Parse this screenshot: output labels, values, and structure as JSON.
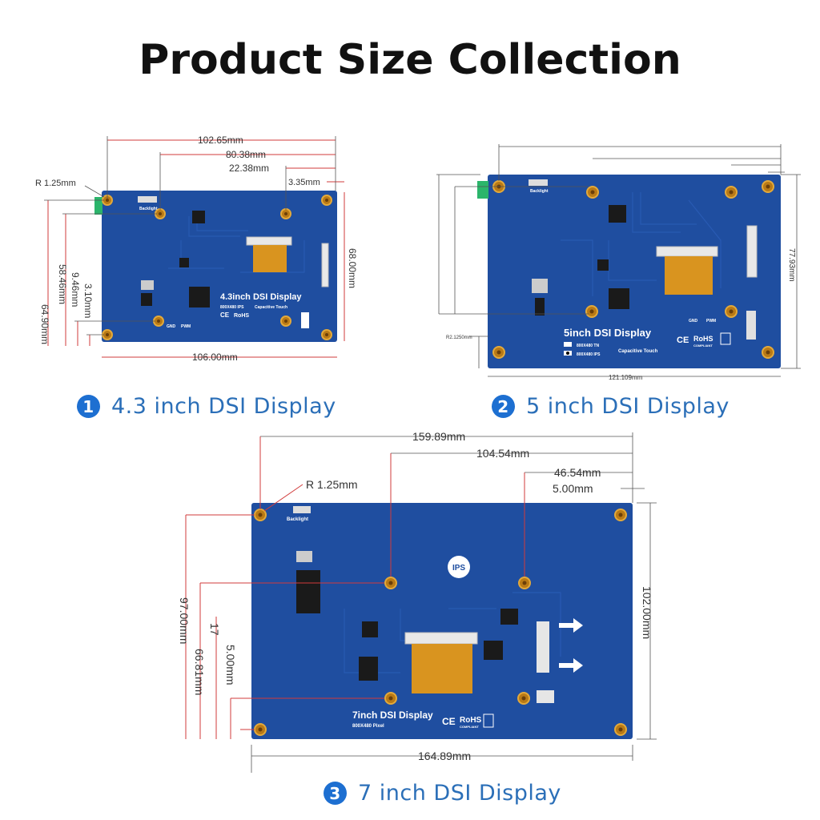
{
  "title": "Product Size Collection",
  "boards": [
    {
      "caption_num": "1",
      "caption": "4.3 inch DSI Display",
      "silk_title": "4.3inch DSI Display",
      "silk_sub1": "800X480 IPS",
      "silk_sub2": "Capacitive Touch",
      "dims": {
        "top_overall": "102.65mm",
        "top_mid": "80.38mm",
        "top_inner": "22.38mm",
        "top_edge": "3.35mm",
        "radius": "R 1.25mm",
        "left_outer": "64.90mm",
        "left_mid": "58.46mm",
        "left_inner": "9.46mm",
        "left_edge": "3.10mm",
        "right": "68.00mm",
        "bottom": "106.00mm"
      }
    },
    {
      "caption_num": "2",
      "caption": "5 inch DSI Display",
      "silk_title": "5inch DSI Display",
      "silk_sub1": "800X480 TN",
      "silk_sub2": "800X480 IPS",
      "silk_sub3": "Capacitive Touch",
      "dims": {
        "right": "77.93mm",
        "bottom": "121.109mm",
        "radius": "R2.1250mm"
      }
    },
    {
      "caption_num": "3",
      "caption": "7 inch DSI Display",
      "silk_title": "7inch DSI Display",
      "silk_sub1": "800X480 Pixel",
      "ips_badge": "IPS",
      "dims": {
        "top_overall": "159.89mm",
        "top_mid": "104.54mm",
        "top_inner": "46.54mm",
        "top_edge": "5.00mm",
        "radius": "R 1.25mm",
        "left_outer": "97.00mm",
        "left_mid": "66.81mm",
        "left_inner": "17",
        "left_edge": "5.00mm",
        "right": "102.00mm",
        "bottom": "164.89mm"
      }
    }
  ],
  "silk_common": {
    "backlight": "Backlight",
    "gnd": "GND",
    "pwm": "PWM",
    "ce": "CE",
    "rohs": "RoHS",
    "compliant": "COMPLIANT"
  }
}
